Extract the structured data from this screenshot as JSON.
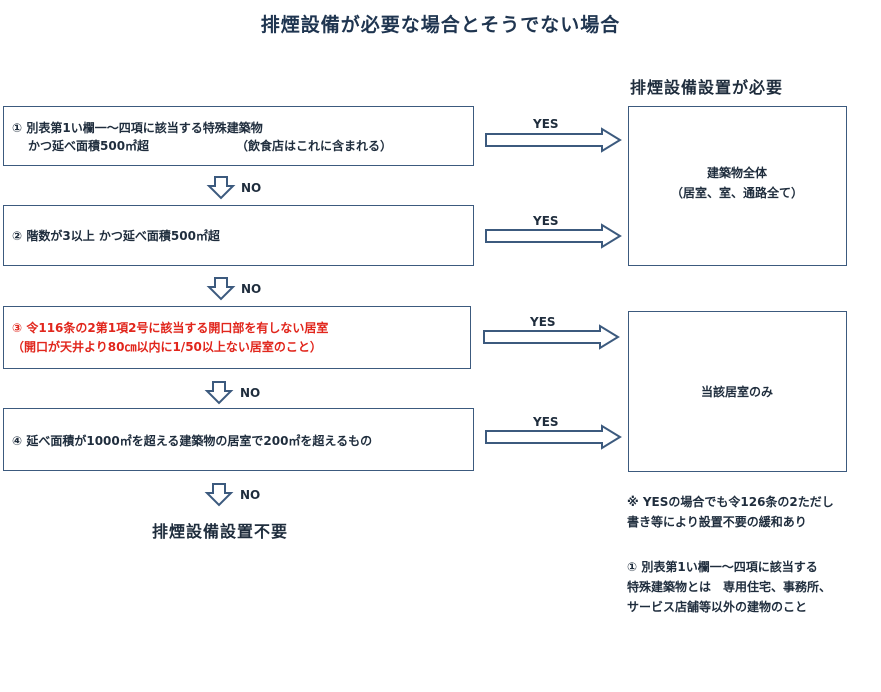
{
  "title": "排煙設備が必要な場合とそうでない場合",
  "header_right": "排煙設備設置が必要",
  "steps": [
    {
      "line1": "① 別表第1い欄一～四項に該当する特殊建築物",
      "line2": "かつ延べ面積500㎡超",
      "line2b": "（飲食店はこれに含まれる）"
    },
    {
      "line1": "② 階数が3以上 かつ延べ面積500㎡超"
    },
    {
      "line1": "③ 令116条の2第1項2号に該当する開口部を有しない居室",
      "line2": "（開口が天井より80㎝以内に1/50以上ない居室のこと）"
    },
    {
      "line1": "④ 延べ面積が1000㎡を超える建築物の居室で200㎡を超えるもの"
    }
  ],
  "yes_label": "YES",
  "no_label": "NO",
  "results": {
    "whole_line1": "建築物全体",
    "whole_line2": "（居室、室、通路全て）",
    "room_only": "当該居室のみ"
  },
  "bottom_label": "排煙設備設置不要",
  "notes": {
    "n1_line1": "※ YESの場合でも令126条の2ただし",
    "n1_line2": "書き等により設置不要の緩和あり",
    "n2_line1": "① 別表第1い欄一～四項に該当する",
    "n2_line2": "特殊建築物とは　専用住宅、事務所、",
    "n2_line3": "サービス店舗等以外の建物のこと"
  },
  "colors": {
    "border": "#3c5a7e",
    "red_text": "#e1261c"
  }
}
